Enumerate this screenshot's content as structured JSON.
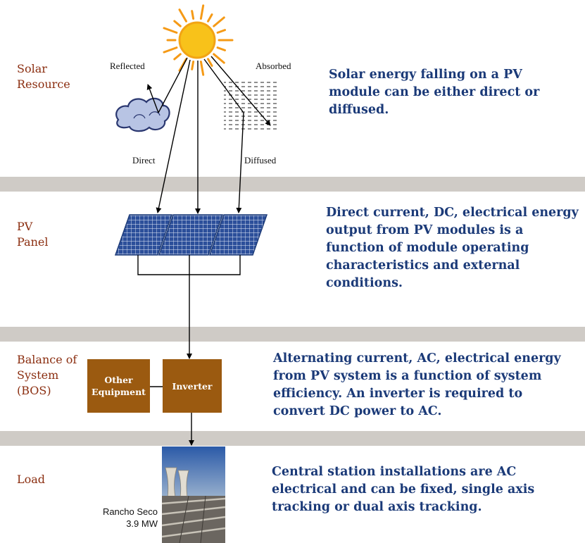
{
  "sections": {
    "solar": {
      "label": "Solar\nResource",
      "description": "Solar energy falling on a PV module can be either direct or diffused."
    },
    "pv": {
      "label": "PV\nPanel",
      "description": "Direct current, DC, electrical energy output from PV modules is a function of module operating characteristics and external conditions."
    },
    "bos": {
      "label": "Balance of\nSystem\n(BOS)",
      "description": "Alternating current, AC, electrical energy from PV system is a function of system efficiency. An inverter is required to convert DC power to AC."
    },
    "load": {
      "label": "Load",
      "description": "Central station installations are AC electrical and can be fixed, single axis tracking or dual axis tracking."
    }
  },
  "ray_labels": {
    "reflected": "Reflected",
    "absorbed": "Absorbed",
    "direct": "Direct",
    "diffused": "Diffused"
  },
  "boxes": {
    "other_equipment": "Other\nEquipment",
    "inverter": "Inverter"
  },
  "photo_caption": {
    "line1": "Rancho Seco",
    "line2": "3.9 MW"
  },
  "colors": {
    "label_brown": "#8b2e10",
    "text_blue": "#1b3a78",
    "box_brown": "#9b5a10",
    "band_gray": "#cfcbc6",
    "sun_yellow": "#f8c21a",
    "panel_blue": "#2c4f9a"
  },
  "icons": [
    "sun-icon",
    "cloud-icon",
    "absorbing-medium-icon",
    "solar-panel-icon",
    "power-station-photo"
  ]
}
